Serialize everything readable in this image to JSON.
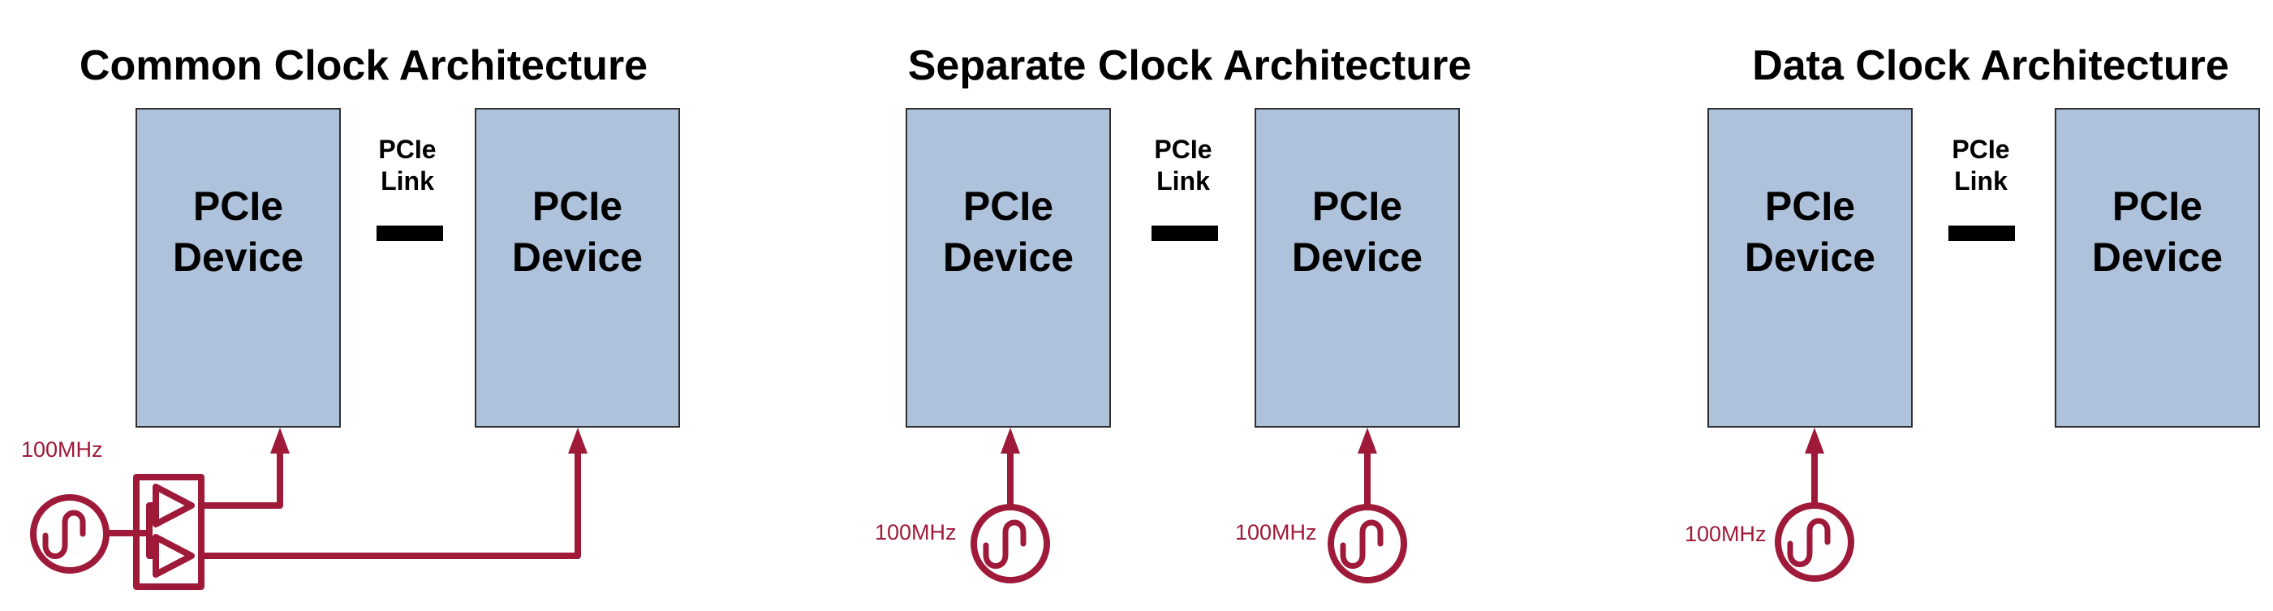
{
  "colors": {
    "accent": "#9E1A38",
    "device_fill": "#AEC2DC",
    "device_border": "#2F2F2F",
    "link_bar": "#000000",
    "text": "#000000"
  },
  "diagrams": [
    {
      "title": "Common Clock Architecture",
      "left_device_label": "PCIe\nDevice",
      "right_device_label": "PCIe\nDevice",
      "link_label": "PCIe\nLink",
      "clock_labels": [
        "100MHz"
      ]
    },
    {
      "title": "Separate Clock Architecture",
      "left_device_label": "PCIe\nDevice",
      "right_device_label": "PCIe\nDevice",
      "link_label": "PCIe\nLink",
      "clock_labels": [
        "100MHz",
        "100MHz"
      ]
    },
    {
      "title": "Data Clock Architecture",
      "left_device_label": "PCIe\nDevice",
      "right_device_label": "PCIe\nDevice",
      "link_label": "PCIe\nLink",
      "clock_labels": [
        "100MHz"
      ]
    }
  ]
}
